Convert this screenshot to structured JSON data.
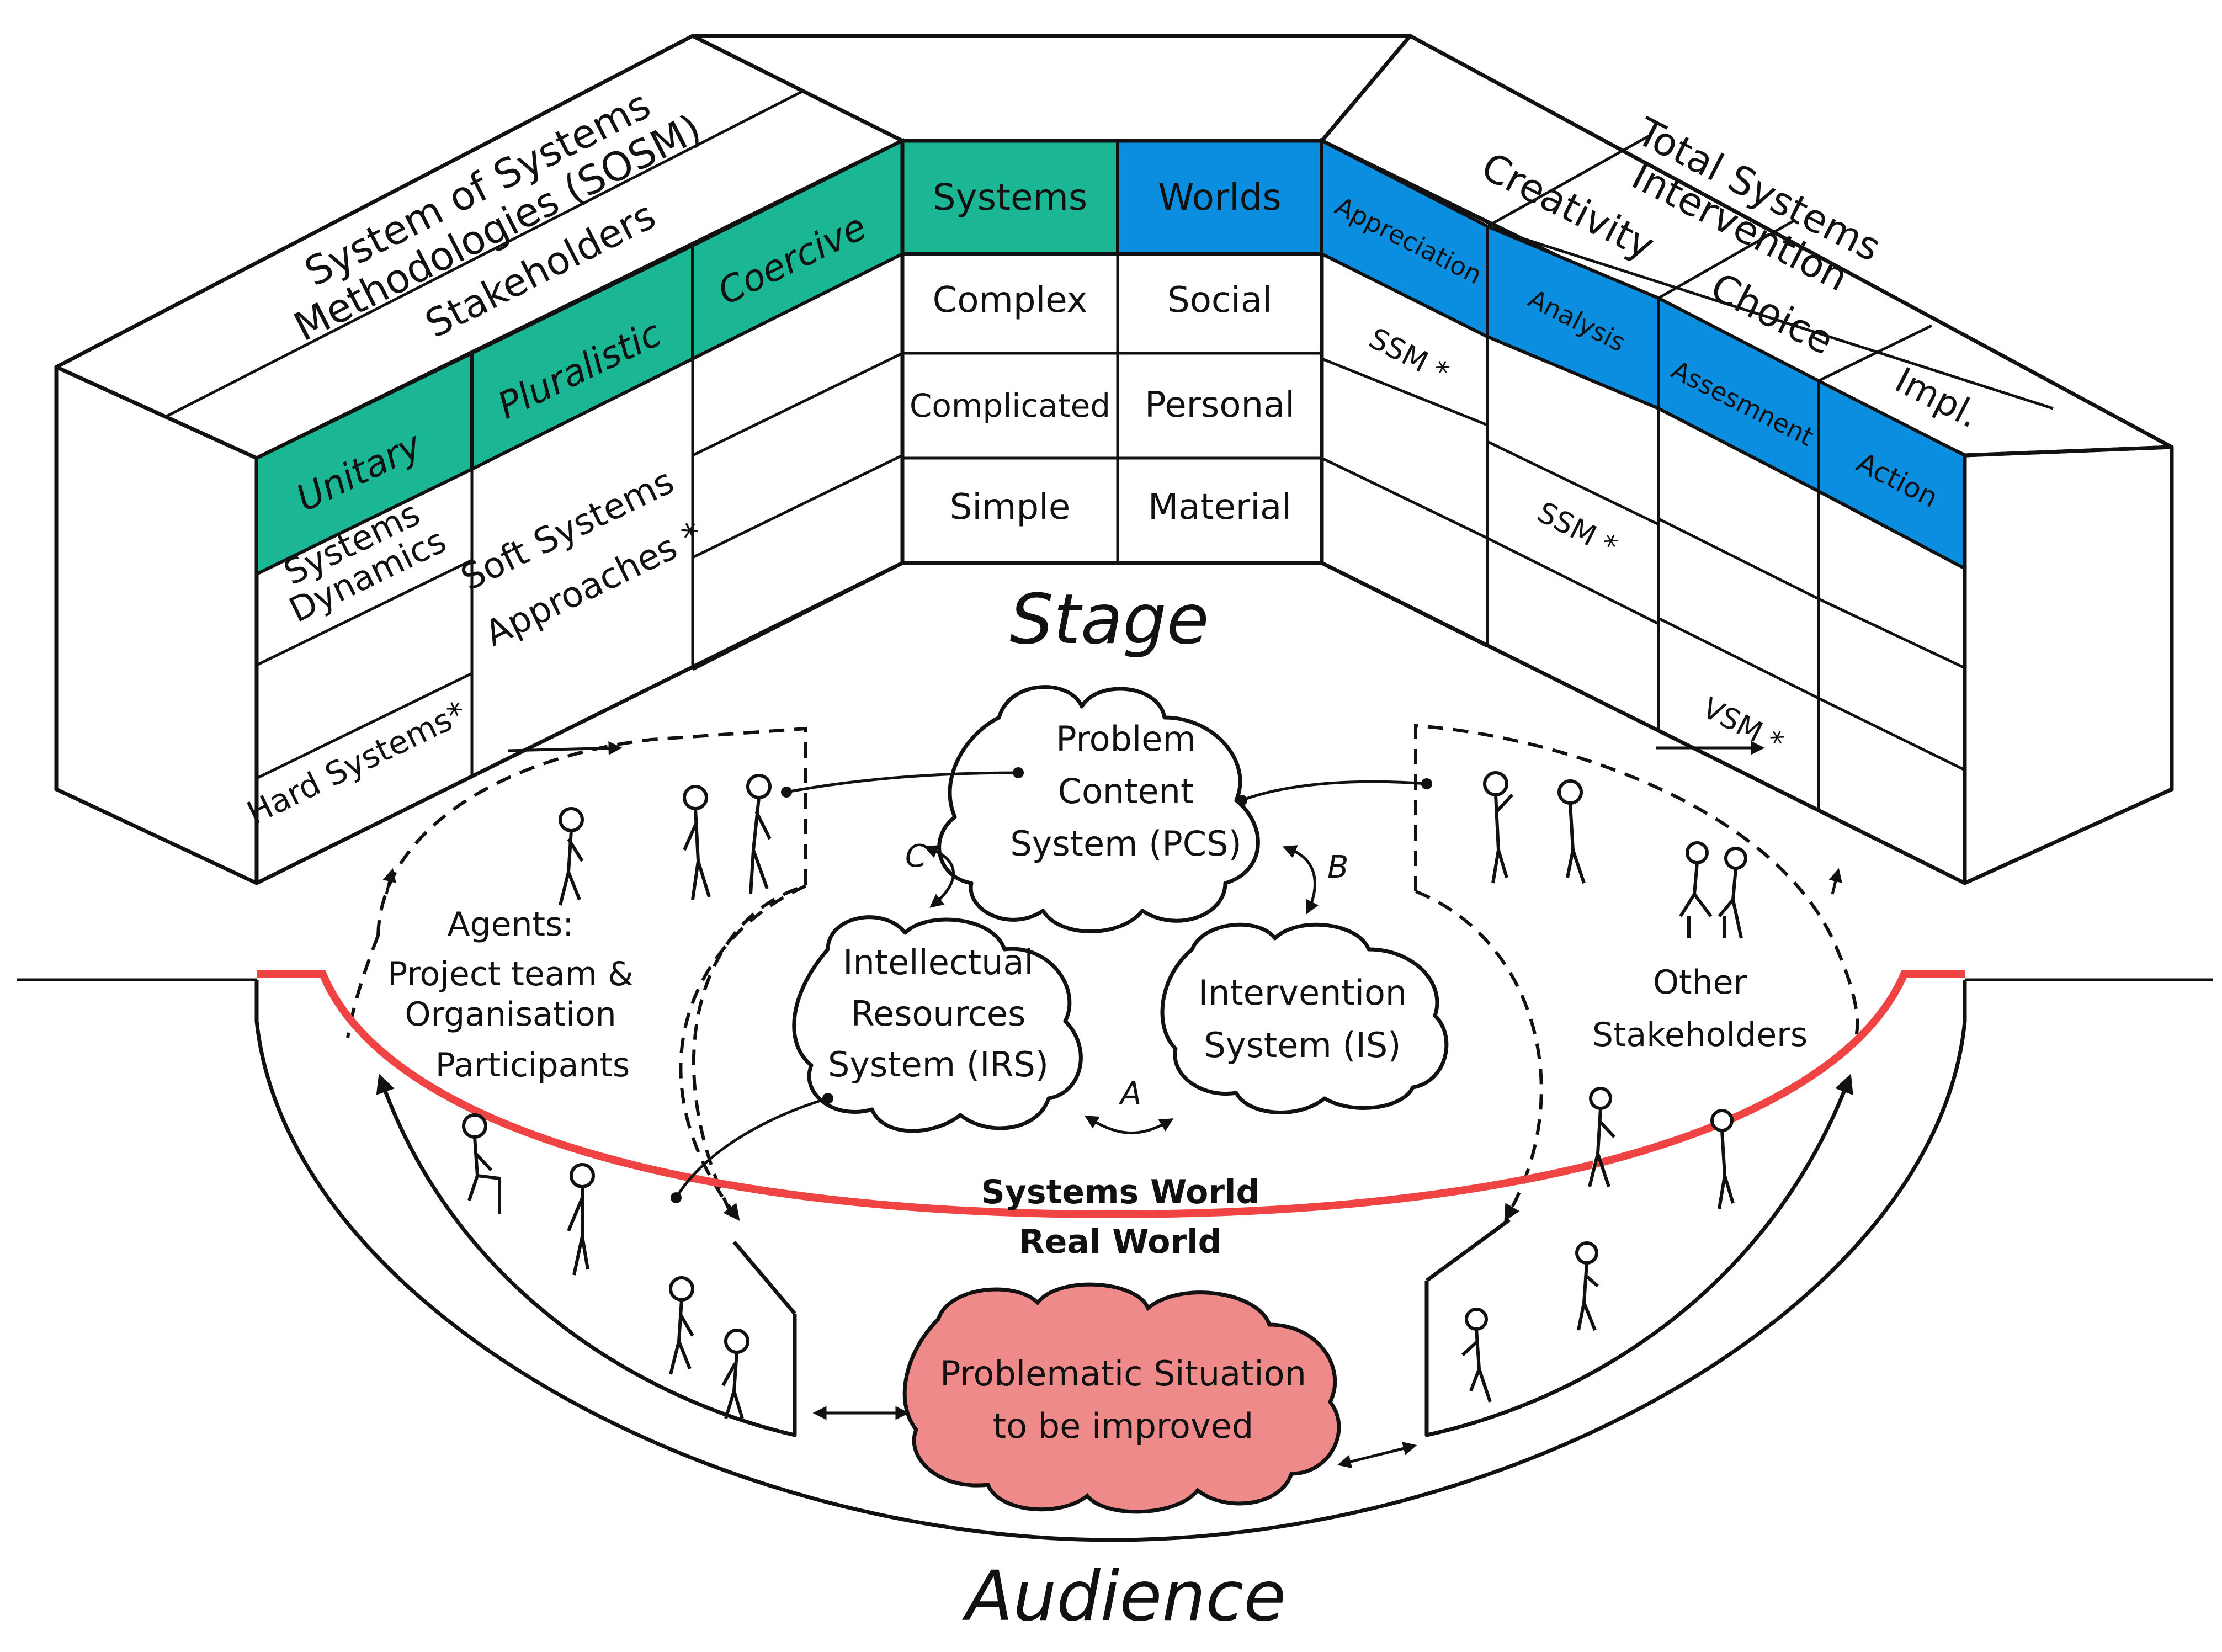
{
  "colors": {
    "teal": "#1bb694",
    "blue": "#0b8de0",
    "red": "#f04343",
    "pink": "#ee8a8a"
  },
  "left_wall": {
    "title_line1": "System of Systems",
    "title_line2": "Methodologies (SOSM)",
    "stakeholders": "Stakeholders",
    "unitary": "Unitary",
    "pluralistic": "Pluralistic",
    "coercive": "Coercive",
    "systems_line1": "Systems",
    "systems_line2": "Dynamics",
    "hard": "Hard Systems*",
    "soft_line1": "Soft Systems",
    "soft_line2": "Approaches *"
  },
  "center_wall": {
    "col1_header": "Systems",
    "col2_header": "Worlds",
    "rows": [
      {
        "systems": "Complex",
        "worlds": "Social"
      },
      {
        "systems": "Complicated",
        "worlds": "Personal"
      },
      {
        "systems": "Simple",
        "worlds": "Material"
      }
    ]
  },
  "right_wall": {
    "title_line1": "Total Systems",
    "title_line2": "Intervention",
    "creativity": "Creativity",
    "choice": "Choice",
    "impl": "Impl.",
    "appreciation": "Appreciation",
    "analysis": "Analysis",
    "assessment": "Assesmnent",
    "action": "Action",
    "ssm1": "SSM *",
    "ssm2": "SSM *",
    "vsm": "VSM *"
  },
  "stage": {
    "title": "Stage",
    "pcs_line1": "Problem",
    "pcs_line2": "Content",
    "pcs_line3": "System (PCS)",
    "irs_line1": "Intellectual",
    "irs_line2": "Resources",
    "irs_line3": "System (IRS)",
    "is_line1": "Intervention",
    "is_line2": "System (IS)",
    "label_a": "A",
    "label_b": "B",
    "label_c": "C",
    "agents_line1": "Agents:",
    "agents_line2": "Project team &",
    "agents_line3": "Organisation",
    "agents_line4": "Participants",
    "other_line1": "Other",
    "other_line2": "Stakeholders"
  },
  "systems_world": "Systems World",
  "real_world": "Real World",
  "problem_line1": "Problematic Situation",
  "problem_line2": "to be improved",
  "audience": "Audience"
}
